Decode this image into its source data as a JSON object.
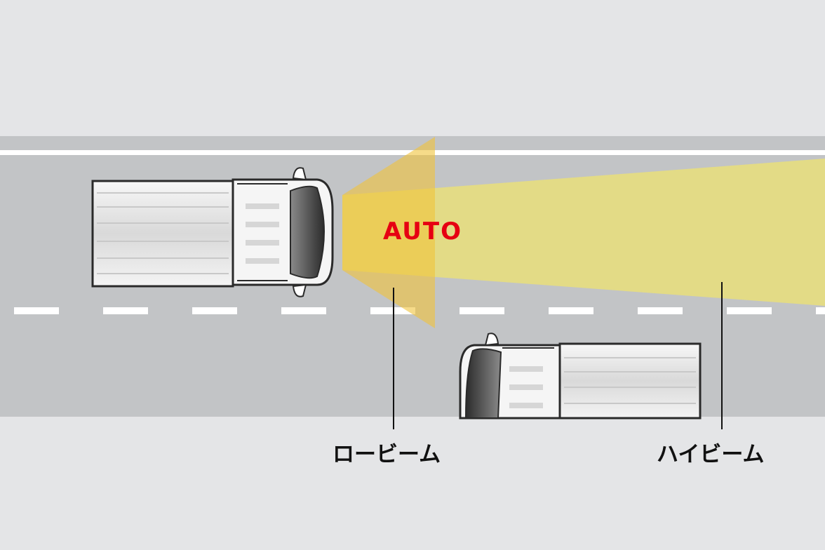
{
  "labels": {
    "auto": "AUTO",
    "low_beam": "ロービーム",
    "high_beam": "ハイビーム"
  },
  "colors": {
    "background": "#e4e5e7",
    "road": "#c2c4c6",
    "lane_marking": "#ffffff",
    "auto_text": "#e60012",
    "high_beam": "#e9df7a",
    "low_beam": "#f0c640",
    "vehicle_body": "#ffffff",
    "vehicle_outline": "#2a2a2a"
  },
  "icons": {
    "own_vehicle": "truck-top-view-icon",
    "oncoming_vehicle": "truck-top-view-icon"
  }
}
